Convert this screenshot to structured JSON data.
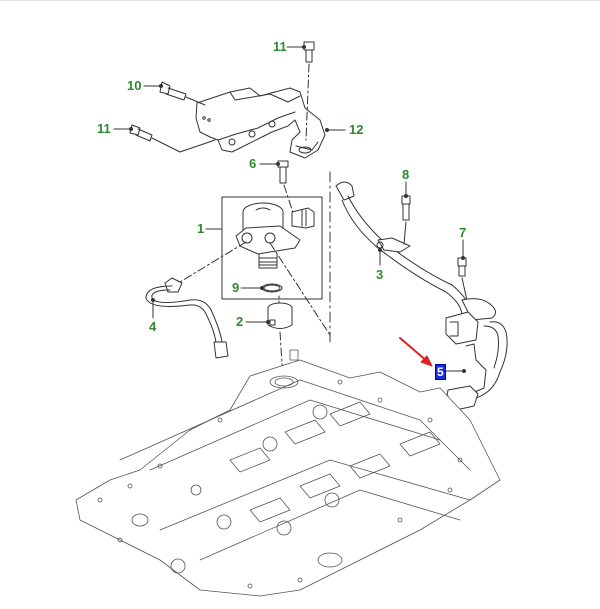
{
  "diagram": {
    "title": "High pressure fuel pump installation",
    "colors": {
      "label": "#2e8b2e",
      "line": "#333333",
      "highlight_bg": "#1a2ee0",
      "arrow": "#e02020"
    },
    "callouts": [
      {
        "id": "c11a",
        "label": "11",
        "part": "bolt"
      },
      {
        "id": "c10",
        "label": "10",
        "part": "stud bolt"
      },
      {
        "id": "c11b",
        "label": "11",
        "part": "bolt"
      },
      {
        "id": "c12",
        "label": "12",
        "part": "pump bracket / cover"
      },
      {
        "id": "c6",
        "label": "6",
        "part": "bolt"
      },
      {
        "id": "c1",
        "label": "1",
        "part": "high pressure fuel pump"
      },
      {
        "id": "c9",
        "label": "9",
        "part": "o-ring seal"
      },
      {
        "id": "c2",
        "label": "2",
        "part": "pump follower / tappet"
      },
      {
        "id": "c4",
        "label": "4",
        "part": "fuel feed line"
      },
      {
        "id": "c8",
        "label": "8",
        "part": "bolt"
      },
      {
        "id": "c3",
        "label": "3",
        "part": "fuel supply pipe"
      },
      {
        "id": "c7",
        "label": "7",
        "part": "bolt"
      },
      {
        "id": "c5",
        "label": "5",
        "part": "fuel pressure sensor bracket",
        "highlighted": true
      }
    ]
  }
}
